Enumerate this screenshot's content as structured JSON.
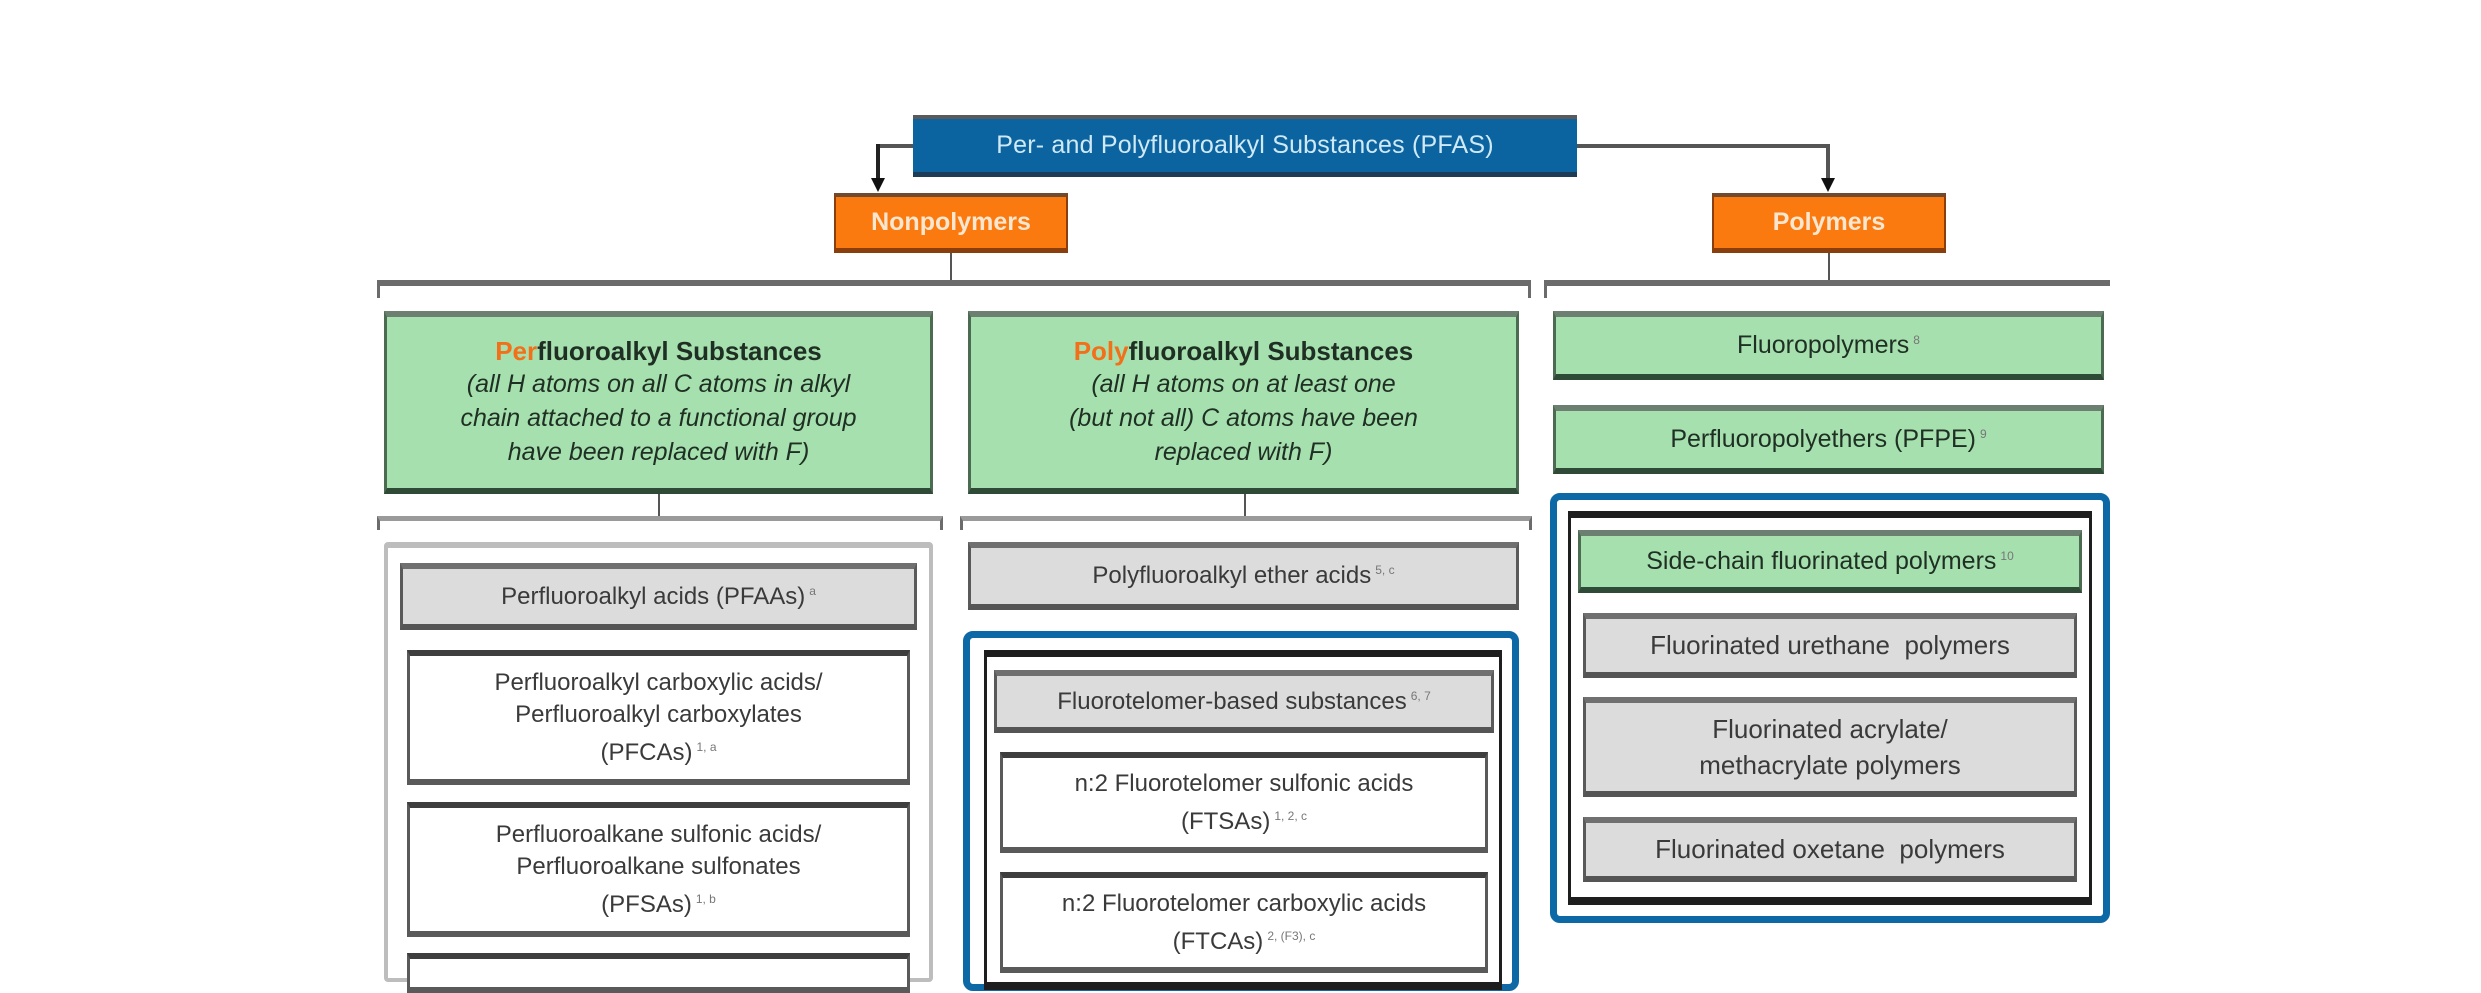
{
  "root": {
    "label": "Per- and Polyfluoroalkyl Substances (PFAS)"
  },
  "branches": {
    "nonpolymers": {
      "label": "Nonpolymers"
    },
    "polymers": {
      "label": "Polymers"
    }
  },
  "perfluoroalkyl": {
    "accent": "Per",
    "rest": "fluoroalkyl Substances",
    "desc": [
      "(all H atoms on all C atoms in alkyl",
      "chain attached to a functional group",
      "have been replaced with F)"
    ],
    "children": [
      {
        "label": "Perfluoroalkyl acids (PFAAs)",
        "sup": "a"
      },
      {
        "lines": [
          "Perfluoroalkyl carboxylic acids/",
          "Perfluoroalkyl carboxylates",
          "(PFCAs)"
        ],
        "sup": "1, a"
      },
      {
        "lines": [
          "Perfluoroalkane sulfonic acids/",
          "Perfluoroalkane sulfonates",
          "(PFSAs)"
        ],
        "sup": "1, b"
      }
    ]
  },
  "polyfluoroalkyl": {
    "accent": "Poly",
    "rest": "fluoroalkyl Substances",
    "desc": [
      "(all H atoms on at least one",
      "(but not all) C atoms have been",
      "replaced with F)"
    ],
    "ether_acids": {
      "label": "Polyfluoroalkyl ether acids",
      "sup": "5, c"
    },
    "fluorotelomer": {
      "label": "Fluorotelomer-based substances",
      "sup": "6, 7",
      "children": [
        {
          "lines": [
            "n:2 Fluorotelomer sulfonic acids",
            "(FTSAs)"
          ],
          "sup": "1, 2, c"
        },
        {
          "lines": [
            "n:2 Fluorotelomer carboxylic acids",
            "(FTCAs)"
          ],
          "sup": "2, (F3), c"
        }
      ]
    }
  },
  "polymers_group": {
    "fluoropolymers": {
      "label": "Fluoropolymers",
      "sup": "8"
    },
    "pfpe": {
      "label": "Perfluoropolyethers (PFPE)",
      "sup": "9"
    },
    "side_chain": {
      "label": "Side-chain fluorinated polymers",
      "sup": "10",
      "children": [
        {
          "lines": [
            "Fluorinated urethane  polymers"
          ]
        },
        {
          "lines": [
            "Fluorinated acrylate/",
            "methacrylate polymers"
          ]
        },
        {
          "lines": [
            "Fluorinated oxetane  polymers"
          ]
        }
      ]
    }
  },
  "colors": {
    "root_fill": "#0b64a0",
    "branch_fill": "#fb7a0f",
    "green_fill": "#a6e0ae",
    "gray_fill": "#dcdcdc",
    "frame_blue": "#0d68a6",
    "accent_orange": "#f3701a"
  }
}
